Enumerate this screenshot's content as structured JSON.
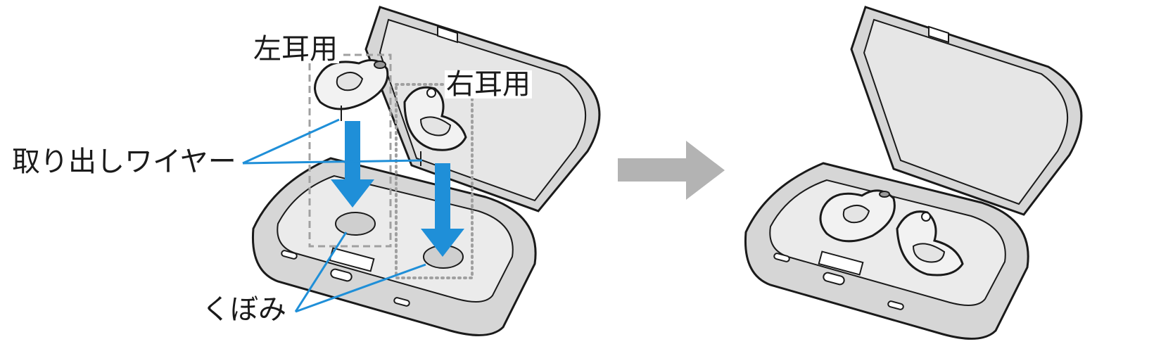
{
  "labels": {
    "left_ear": "左耳用",
    "right_ear": "右耳用",
    "removal_wire": "取り出しワイヤー",
    "dent": "くぼみ"
  },
  "colors": {
    "case_fill": "#d6d6d6",
    "case_inner": "#e9e9e9",
    "outline": "#1a1a1a",
    "callout_line": "#1f8fd8",
    "insert_arrow": "#1f8fd8",
    "step_arrow": "#b3b3b3",
    "earbud_fill": "#f2f2f2"
  },
  "icons": {
    "step_arrow": "arrow-right-icon",
    "insert_arrow": "arrow-down-icon"
  }
}
